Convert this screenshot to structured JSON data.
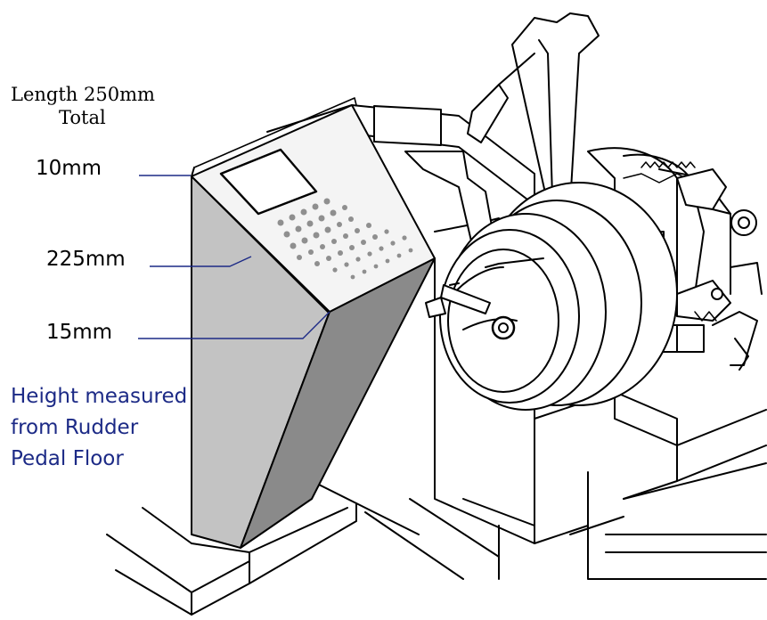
{
  "diagram": {
    "length_heading": "Length 250mm",
    "length_subheading": "Total",
    "dim_top": "10mm",
    "dim_middle": "225mm",
    "dim_bottom": "15mm",
    "height_note": [
      "Height measured",
      "from  Rudder",
      "Pedal Floor"
    ],
    "colors": {
      "line": "#000000",
      "pointer": "#1c2a86",
      "front_face": "#c3c3c3",
      "slant_face": "#8a8a8a",
      "top_face": "#f4f4f4",
      "screen": "#ffffff",
      "keypad_dot": "#8f8f8f"
    },
    "icons": [
      "throttle-quadrant-icon",
      "trim-wheel-icon",
      "avionics-box-icon"
    ]
  }
}
